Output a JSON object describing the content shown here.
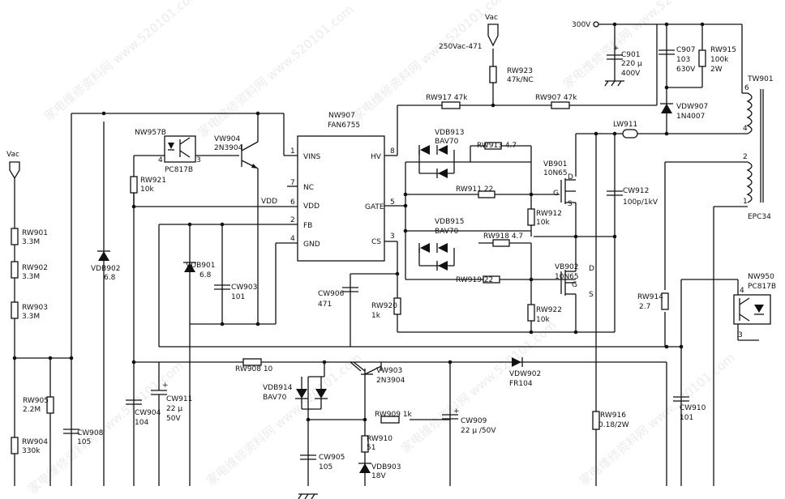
{
  "watermark": {
    "text": "家电维修资料网 www.520101.com"
  },
  "labels": {
    "vac_left": "Vac",
    "vac_top": "Vac",
    "vac_rating": "250Vac-471",
    "v300": "300V",
    "vdd_net": "VDD"
  },
  "ic": {
    "ref": "NW907",
    "part": "FAN6755",
    "pins": [
      {
        "num": "1",
        "name": "VINS"
      },
      {
        "num": "7",
        "name": "NC"
      },
      {
        "num": "6",
        "name": "VDD"
      },
      {
        "num": "2",
        "name": "FB"
      },
      {
        "num": "4",
        "name": "GND"
      },
      {
        "num": "8",
        "name": "HV"
      },
      {
        "num": "5",
        "name": "GATE"
      },
      {
        "num": "3",
        "name": "CS"
      }
    ]
  },
  "components": {
    "rw901": {
      "ref": "RW901",
      "value": "3.3M"
    },
    "rw902": {
      "ref": "RW902",
      "value": "3.3M"
    },
    "rw903": {
      "ref": "RW903",
      "value": "3.3M"
    },
    "rw905": {
      "ref": "RW905",
      "value": "2.2M"
    },
    "rw904": {
      "ref": "RW904",
      "value": "330k"
    },
    "cw908": {
      "ref": "CW908",
      "value": "105"
    },
    "vdb902": {
      "ref": "VDB902",
      "value": "6.8"
    },
    "nw957b": {
      "ref": "NW957B",
      "value": "PC817B",
      "pin4": "4",
      "pin3": "3"
    },
    "rw921": {
      "ref": "RW921",
      "value": "10k"
    },
    "vw904": {
      "ref": "VW904",
      "value": "2N3904"
    },
    "vdb901": {
      "ref": "VDB901",
      "value": "6.8"
    },
    "cw903": {
      "ref": "CW903",
      "value": "101"
    },
    "cw906": {
      "ref": "CW906",
      "value": "471"
    },
    "rw920": {
      "ref": "RW920",
      "value": "1k"
    },
    "rw923": {
      "ref": "RW923",
      "value": "47k/NC"
    },
    "rw917": {
      "label": "RW917 47k"
    },
    "rw907": {
      "label": "RW907 47k"
    },
    "c901": {
      "ref": "C901",
      "value": "220 μ",
      "voltage": "400V"
    },
    "c907": {
      "ref": "C907",
      "value": "103",
      "voltage": "630V"
    },
    "rw915": {
      "ref": "RW915",
      "value": "100k",
      "power": "2W"
    },
    "vdw907": {
      "ref": "VDW907",
      "value": "1N4007"
    },
    "tw901": {
      "ref": "TW901",
      "pin6": "6",
      "pin4": "4",
      "pin2": "2",
      "pin1": "1",
      "core": "EPC34"
    },
    "lw911": {
      "ref": "LW911"
    },
    "vdb913": {
      "ref": "VDB913",
      "value": "BAV70"
    },
    "rw913": {
      "label": "RW913 4.7"
    },
    "rw911": {
      "label": "RW911 22"
    },
    "vb901": {
      "ref": "VB901",
      "value": "10N65",
      "d": "D",
      "g": "G",
      "s": "S"
    },
    "rw912": {
      "ref": "RW912",
      "value": "10k"
    },
    "cw912": {
      "ref": "CW912",
      "value": "100p/1kV"
    },
    "vdb915": {
      "ref": "VDB915",
      "value": "BAV70"
    },
    "rw918": {
      "label": "RW918 4.7"
    },
    "rw919": {
      "label": "RW919 22"
    },
    "vb902": {
      "ref": "VB902",
      "value": "10N65",
      "d": "D",
      "g": "G",
      "s": "S"
    },
    "rw922": {
      "ref": "RW922",
      "value": "10k"
    },
    "rw914": {
      "ref": "RW914",
      "value": "2.7"
    },
    "nw950": {
      "ref": "NW950",
      "value": "PC817B",
      "pin4": "4",
      "pin3": "3"
    },
    "rw908": {
      "label": "RW908 10"
    },
    "vdw902": {
      "ref": "VDW902",
      "value": "FR104"
    },
    "cw904": {
      "ref": "CW904",
      "value": "104"
    },
    "cw911": {
      "ref": "CW911",
      "value": "22 μ",
      "voltage": "50V"
    },
    "vdb914": {
      "ref": "VDB914",
      "value": "BAV70"
    },
    "vw903": {
      "ref": "VW903",
      "value": "2N3904"
    },
    "rw909": {
      "label": "RW909 1k"
    },
    "rw910": {
      "ref": "RW910",
      "value": "51"
    },
    "vdb903": {
      "ref": "VDB903",
      "value": "18V"
    },
    "cw905": {
      "ref": "CW905",
      "value": "105"
    },
    "cw909": {
      "ref": "CW909",
      "value": "22 μ /50V"
    },
    "rw916": {
      "ref": "RW916",
      "value": "0.18/2W"
    },
    "cw910": {
      "ref": "CW910",
      "value": "101"
    }
  }
}
